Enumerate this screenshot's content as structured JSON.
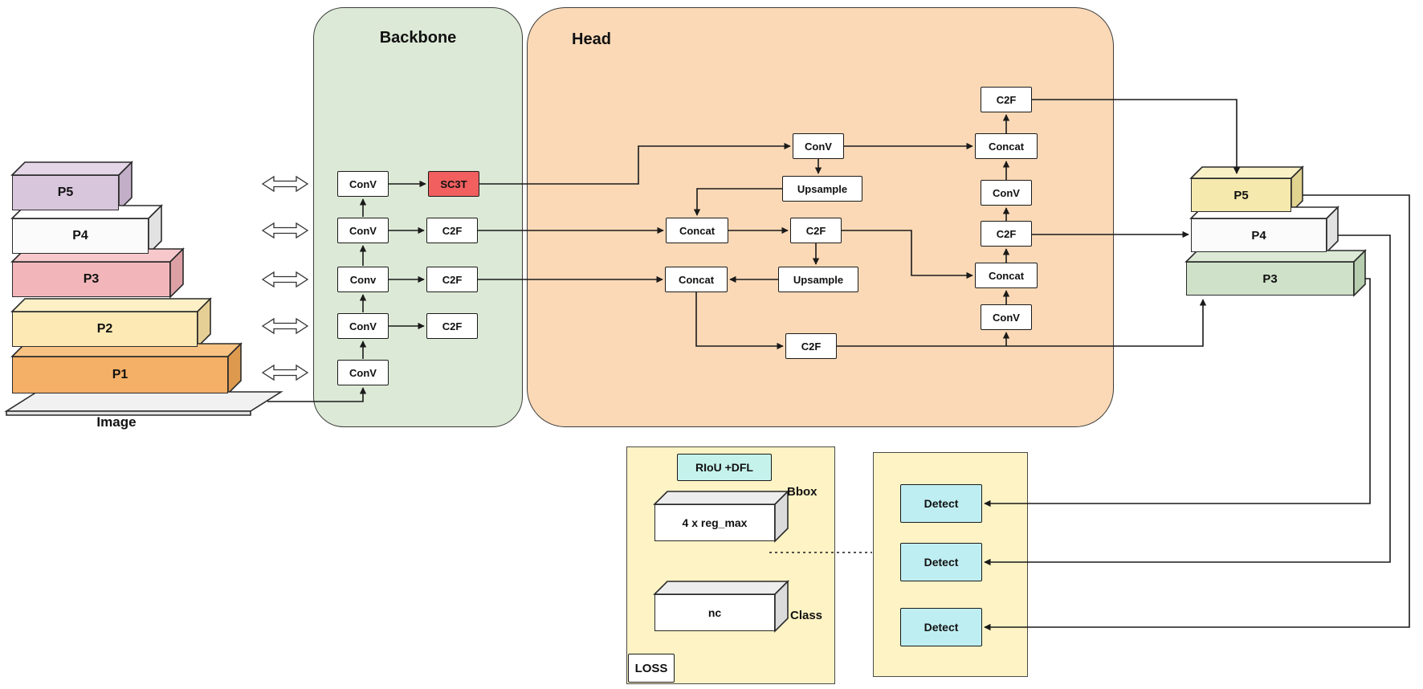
{
  "backbone": {
    "title": "Backbone",
    "rows": [
      {
        "conv": "ConV",
        "right": "SC3T"
      },
      {
        "conv": "ConV",
        "right": "C2F"
      },
      {
        "conv": "Conv",
        "right": "C2F"
      },
      {
        "conv": "ConV",
        "right": "C2F"
      },
      {
        "conv": "ConV"
      }
    ]
  },
  "head": {
    "title": "Head",
    "conv_top": "ConV",
    "upsample_top": "Upsample",
    "concat_mid": "Concat",
    "c2f_mid": "C2F",
    "concat_low": "Concat",
    "upsample_low": "Upsample",
    "c2f_bottom": "C2F",
    "out_col": {
      "c2f_p5": "C2F",
      "concat_p5": "Concat",
      "conv_p4": "ConV",
      "c2f_p4": "C2F",
      "concat_p4": "Concat",
      "conv_p3": "ConV"
    }
  },
  "input_pyramid": {
    "caption": "Image",
    "levels": [
      {
        "label": "P5",
        "color": "#d8c6dc"
      },
      {
        "label": "P4",
        "color": "#fbfbfb"
      },
      {
        "label": "P3",
        "color": "#f2b6ba"
      },
      {
        "label": "P2",
        "color": "#fce9b4"
      },
      {
        "label": "P1",
        "color": "#f4b066"
      }
    ]
  },
  "output_features": {
    "levels": [
      {
        "label": "P5",
        "color": "#f6e9ae"
      },
      {
        "label": "P4",
        "color": "#fbfbfb"
      },
      {
        "label": "P3",
        "color": "#cfe1c8"
      }
    ]
  },
  "loss": {
    "tag": "LOSS",
    "badge": "RIoU +DFL",
    "bbox_box": "4 x reg_max",
    "bbox_label": "Bbox",
    "class_box": "nc",
    "class_label": "Class"
  },
  "detect": {
    "items": [
      {
        "label": "Detect"
      },
      {
        "label": "Detect"
      },
      {
        "label": "Detect"
      }
    ]
  },
  "colors": {
    "backbone_bg": "#dce9d6",
    "head_bg": "#fbd9b6",
    "sc3t_bg": "#f15f5f",
    "loss_panel_bg": "#fdf3c5",
    "detect_panel_bg": "#fdf3c5",
    "detect_box_bg": "#bfeef2",
    "badge_bg": "#c6f2ec",
    "line": "#1a1a1a"
  }
}
